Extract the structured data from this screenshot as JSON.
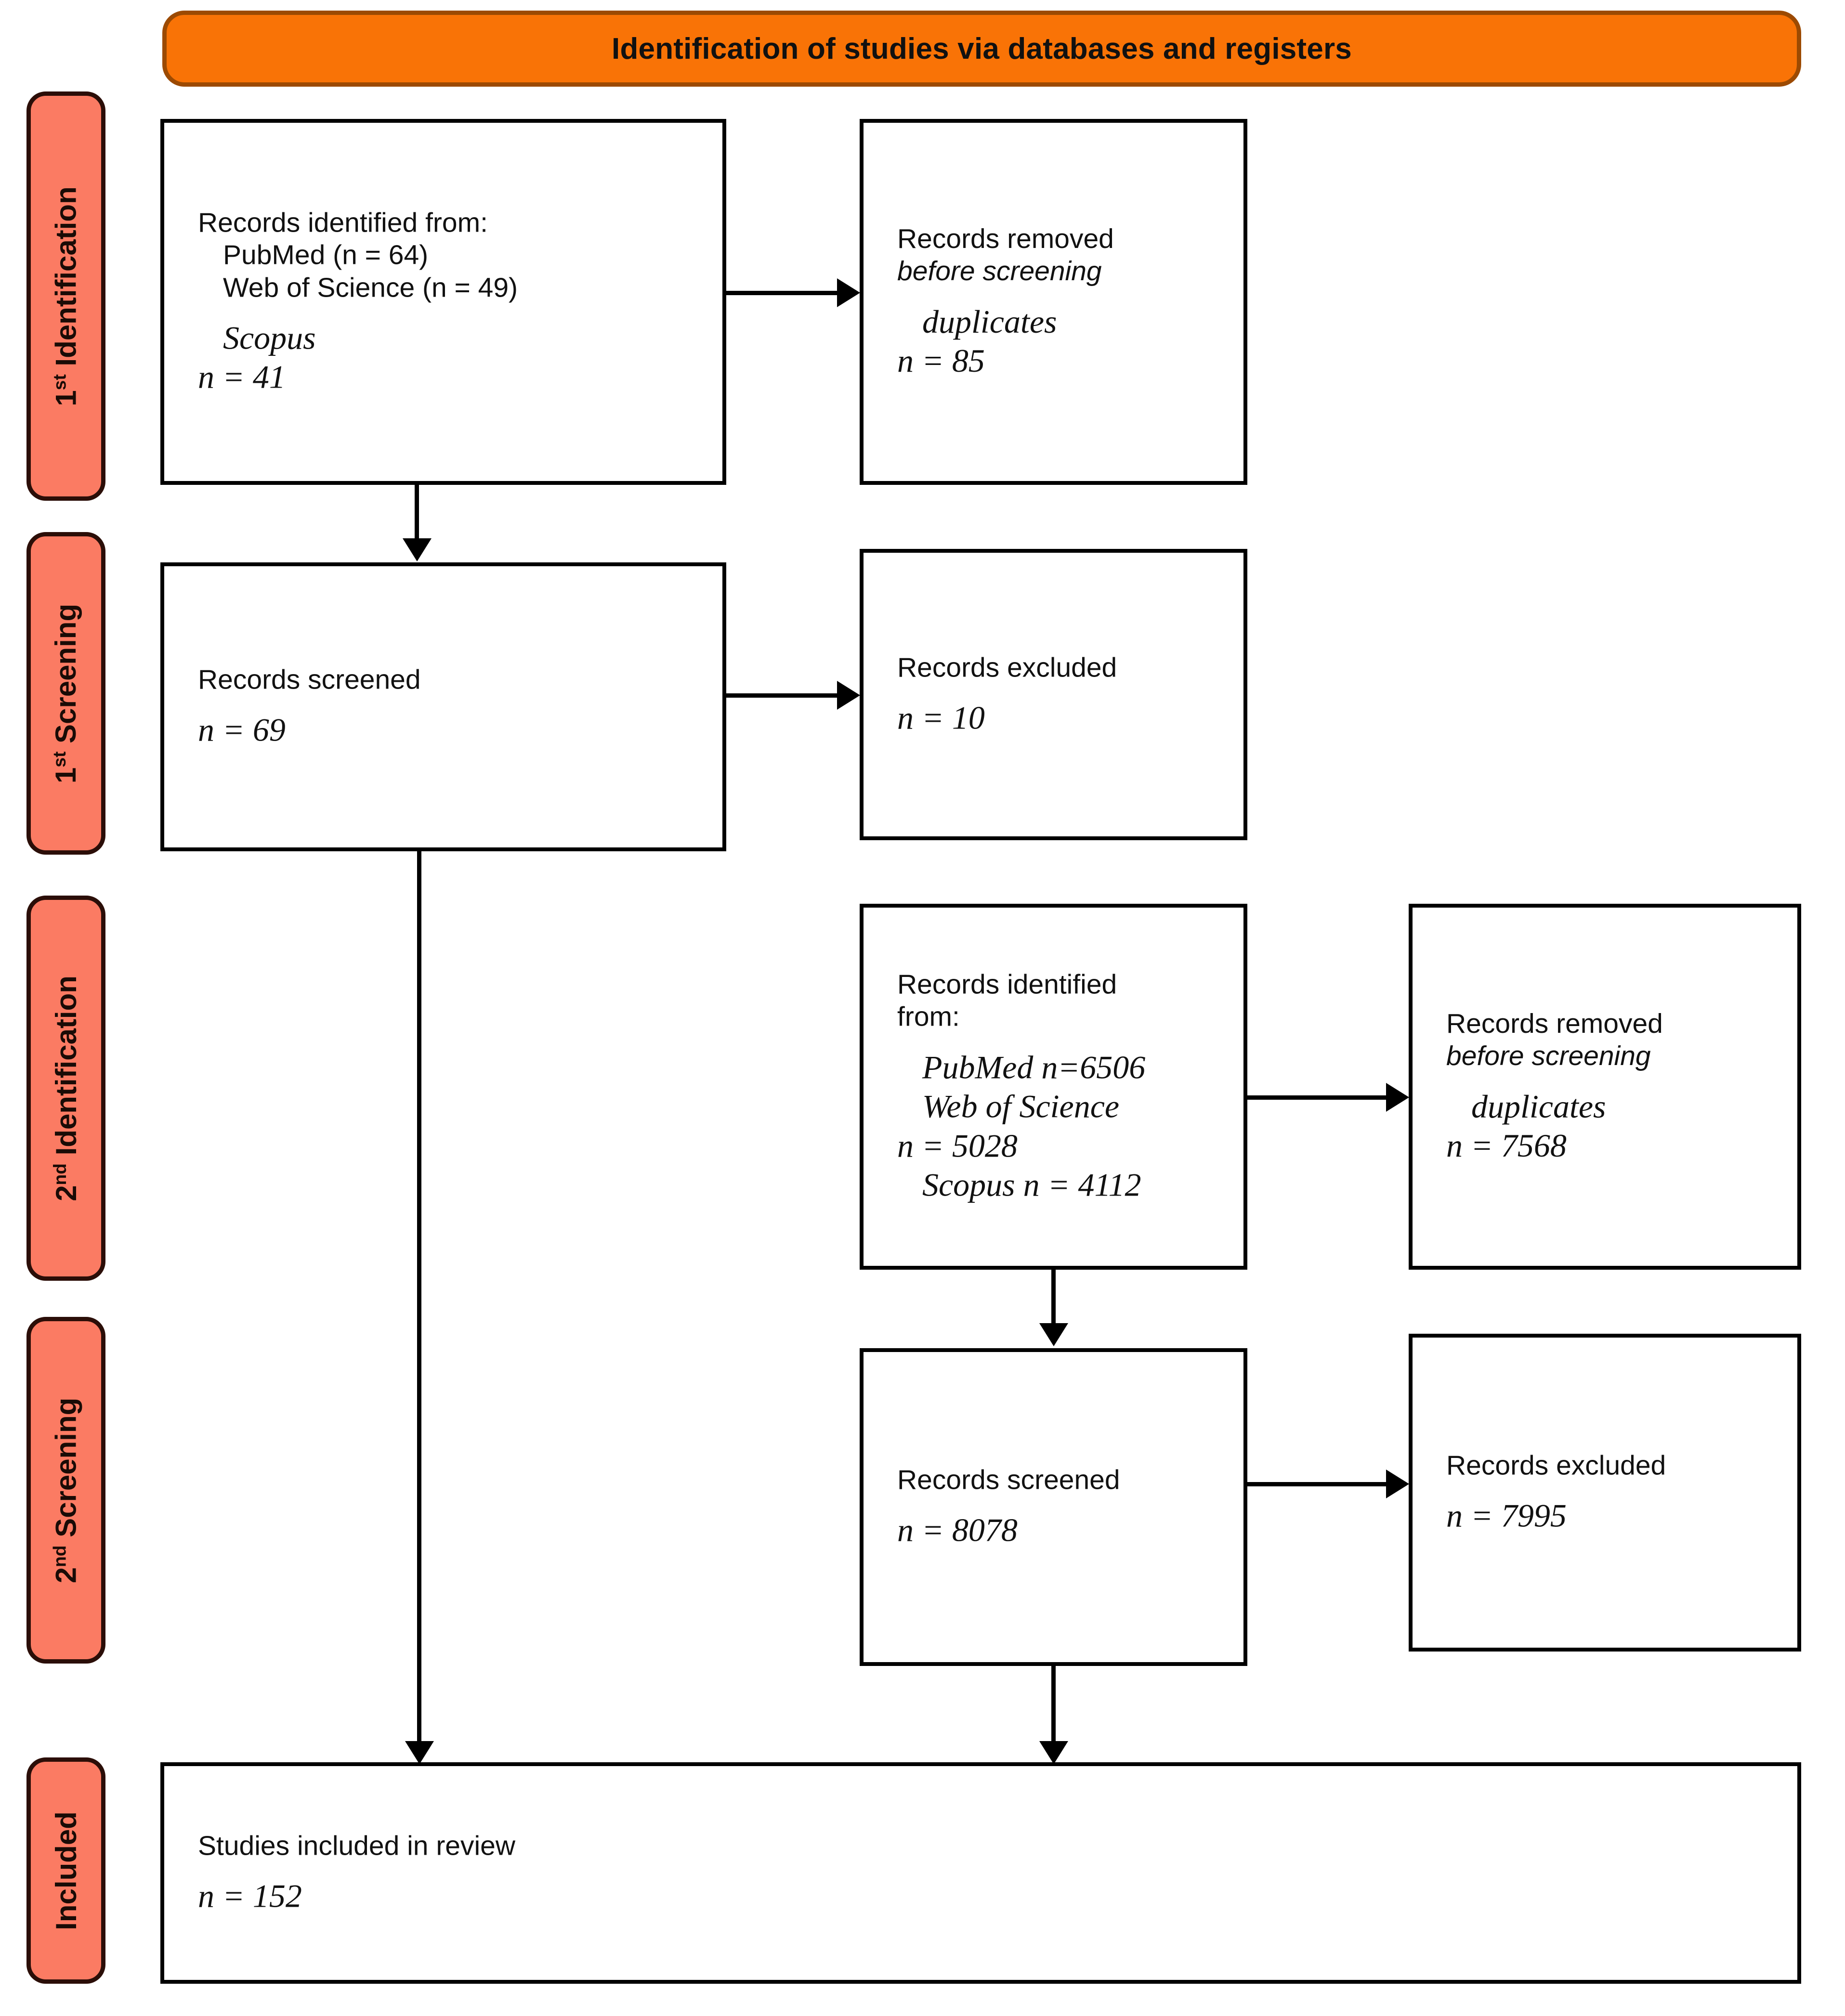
{
  "banner": {
    "title": "Identification of studies via databases and registers"
  },
  "colors": {
    "banner_fill": "#F97306",
    "banner_border": "#9C4A02",
    "tab_fill": "#FB7B63",
    "tab_border": "#2B0E08",
    "box_border": "#000000",
    "text": "#111111"
  },
  "stage_tabs": [
    {
      "id": "identification-1",
      "prefix": "1",
      "ordinal": "st",
      "name": " Identification"
    },
    {
      "id": "screening-1",
      "prefix": "1",
      "ordinal": "st",
      "name": " Screening"
    },
    {
      "id": "identification-2",
      "prefix": "2",
      "ordinal": "nd",
      "name": " Identification"
    },
    {
      "id": "screening-2",
      "prefix": "2",
      "ordinal": "nd",
      "name": " Screening"
    },
    {
      "id": "included",
      "prefix": "",
      "ordinal": "",
      "name": "Included"
    }
  ],
  "boxes": {
    "identified_1": {
      "lines": [
        {
          "text": "Records identified from:",
          "style": "sans",
          "indent": false
        },
        {
          "text": "PubMed (n = 64)",
          "style": "sans",
          "indent": true
        },
        {
          "text": "Web of Science (n = 49)",
          "style": "sans",
          "indent": true
        },
        {
          "text": "Scopus",
          "style": "serif-i",
          "indent": true
        },
        {
          "text": "n = 41",
          "style": "serif-i",
          "indent": false
        }
      ]
    },
    "removed_1": {
      "lines": [
        {
          "text": "Records removed",
          "style": "sans",
          "indent": false
        },
        {
          "text": "before screening",
          "style": "sans-i",
          "indent": false
        },
        {
          "text": "duplicates",
          "style": "serif-i",
          "indent": true
        },
        {
          "text": "n = 85",
          "style": "serif-i",
          "indent": false
        }
      ]
    },
    "screened_1": {
      "lines": [
        {
          "text": "Records screened",
          "style": "sans",
          "indent": false
        },
        {
          "text": "n = 69",
          "style": "serif-i",
          "indent": false
        }
      ]
    },
    "excluded_1": {
      "lines": [
        {
          "text": "Records excluded",
          "style": "sans",
          "indent": false
        },
        {
          "text": "n = 10",
          "style": "serif-i",
          "indent": false
        }
      ]
    },
    "identified_2": {
      "lines": [
        {
          "text": "Records identified",
          "style": "sans",
          "indent": false
        },
        {
          "text": "from:",
          "style": "sans",
          "indent": false
        },
        {
          "text": "PubMed n=6506",
          "style": "serif-i",
          "indent": true
        },
        {
          "text": "Web of Science",
          "style": "serif-i",
          "indent": true
        },
        {
          "text": "n = 5028",
          "style": "serif-i",
          "indent": false
        },
        {
          "text": "Scopus n = 4112",
          "style": "serif-i",
          "indent": true
        }
      ]
    },
    "removed_2": {
      "lines": [
        {
          "text": "Records removed",
          "style": "sans",
          "indent": false
        },
        {
          "text": "before screening",
          "style": "sans-i",
          "indent": false
        },
        {
          "text": "duplicates",
          "style": "serif-i",
          "indent": true
        },
        {
          "text": "n = 7568",
          "style": "serif-i",
          "indent": false
        }
      ]
    },
    "screened_2": {
      "lines": [
        {
          "text": "Records screened",
          "style": "sans",
          "indent": false
        },
        {
          "text": "n = 8078",
          "style": "serif-i",
          "indent": false
        }
      ]
    },
    "excluded_2": {
      "lines": [
        {
          "text": "Records excluded",
          "style": "sans",
          "indent": false
        },
        {
          "text": "n = 7995",
          "style": "serif-i",
          "indent": false
        }
      ]
    },
    "included": {
      "lines": [
        {
          "text": "Studies included in review",
          "style": "sans",
          "indent": false
        },
        {
          "text": "n = 152",
          "style": "serif-i",
          "indent": false
        }
      ]
    }
  },
  "chart_data": {
    "type": "diagram",
    "title": "Identification of studies via databases and registers",
    "nodes": [
      {
        "id": "identified_1",
        "stage": "1st Identification",
        "label": "Records identified from",
        "sources": [
          {
            "name": "PubMed",
            "n": 64
          },
          {
            "name": "Web of Science",
            "n": 49
          },
          {
            "name": "Scopus",
            "n": 41
          }
        ]
      },
      {
        "id": "removed_1",
        "stage": "1st Identification",
        "label": "Records removed before screening",
        "reason": "duplicates",
        "n": 85
      },
      {
        "id": "screened_1",
        "stage": "1st Screening",
        "label": "Records screened",
        "n": 69
      },
      {
        "id": "excluded_1",
        "stage": "1st Screening",
        "label": "Records excluded",
        "n": 10
      },
      {
        "id": "identified_2",
        "stage": "2nd Identification",
        "label": "Records identified from",
        "sources": [
          {
            "name": "PubMed",
            "n": 6506
          },
          {
            "name": "Web of Science",
            "n": 5028
          },
          {
            "name": "Scopus",
            "n": 4112
          }
        ]
      },
      {
        "id": "removed_2",
        "stage": "2nd Identification",
        "label": "Records removed before screening",
        "reason": "duplicates",
        "n": 7568
      },
      {
        "id": "screened_2",
        "stage": "2nd Screening",
        "label": "Records screened",
        "n": 8078
      },
      {
        "id": "excluded_2",
        "stage": "2nd Screening",
        "label": "Records excluded",
        "n": 7995
      },
      {
        "id": "included",
        "stage": "Included",
        "label": "Studies included in review",
        "n": 152
      }
    ],
    "edges": [
      {
        "from": "identified_1",
        "to": "removed_1"
      },
      {
        "from": "identified_1",
        "to": "screened_1"
      },
      {
        "from": "screened_1",
        "to": "excluded_1"
      },
      {
        "from": "screened_1",
        "to": "included"
      },
      {
        "from": "identified_2",
        "to": "removed_2"
      },
      {
        "from": "identified_2",
        "to": "screened_2"
      },
      {
        "from": "screened_2",
        "to": "excluded_2"
      },
      {
        "from": "screened_2",
        "to": "included"
      }
    ]
  }
}
